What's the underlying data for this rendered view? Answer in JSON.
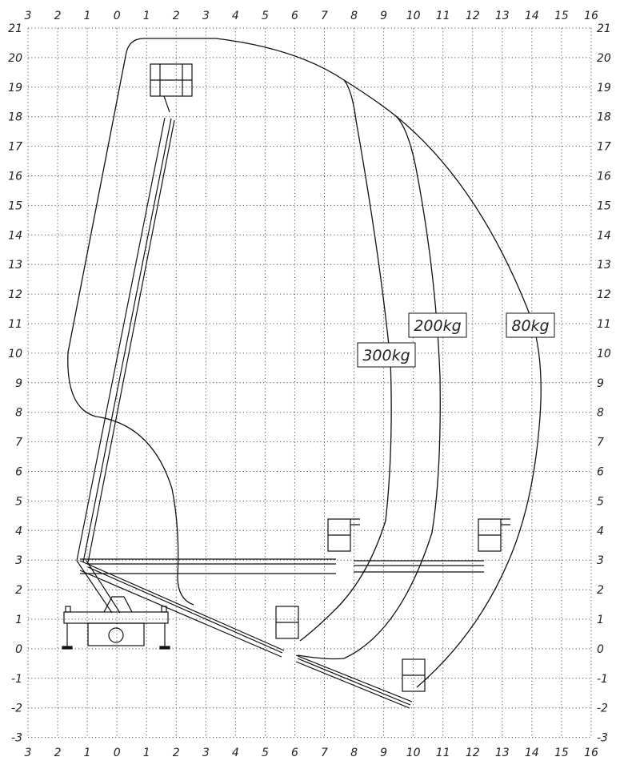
{
  "x_ticks": [
    "3",
    "2",
    "1",
    "0",
    "1",
    "2",
    "3",
    "4",
    "5",
    "6",
    "7",
    "8",
    "9",
    "10",
    "11",
    "12",
    "13",
    "14",
    "15",
    "16"
  ],
  "y_ticks": [
    "21",
    "20",
    "19",
    "18",
    "17",
    "16",
    "15",
    "14",
    "13",
    "12",
    "11",
    "10",
    "9",
    "8",
    "7",
    "6",
    "5",
    "4",
    "3",
    "2",
    "1",
    "0",
    "-1",
    "-2",
    "-3"
  ],
  "load_labels": {
    "l300": "300kg",
    "l200": "200kg",
    "l80": "80kg"
  },
  "colors": {
    "line": "#111111",
    "grid": "#555555"
  }
}
